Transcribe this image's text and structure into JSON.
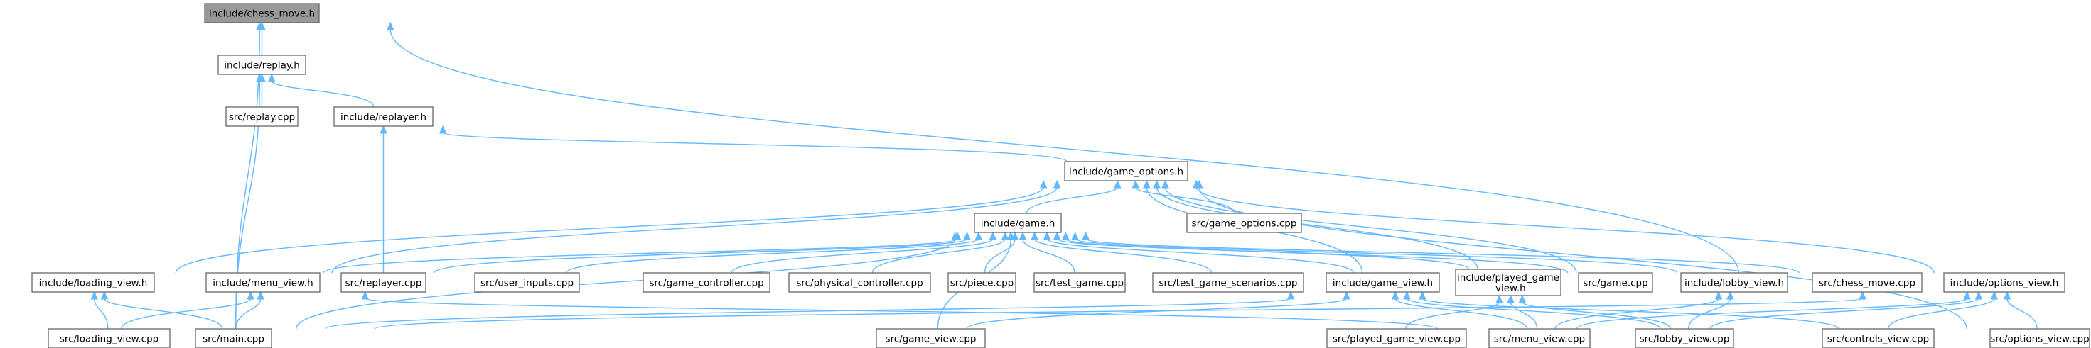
{
  "nodes": [
    {
      "id": "chess_move_h",
      "label": "include/chess_move.h",
      "root": true
    },
    {
      "id": "replay_h",
      "label": "include/replay.h"
    },
    {
      "id": "replay_cpp",
      "label": "src/replay.cpp"
    },
    {
      "id": "replayer_h",
      "label": "include/replayer.h"
    },
    {
      "id": "game_options_h",
      "label": "include/game_options.h"
    },
    {
      "id": "game_options_cpp",
      "label": "src/game_options.cpp"
    },
    {
      "id": "game_h",
      "label": "include/game.h"
    },
    {
      "id": "loading_view_h",
      "label": "include/loading_view.h"
    },
    {
      "id": "menu_view_h",
      "label": "include/menu_view.h"
    },
    {
      "id": "replayer_cpp",
      "label": "src/replayer.cpp"
    },
    {
      "id": "user_inputs_cpp",
      "label": "src/user_inputs.cpp"
    },
    {
      "id": "game_controller_cpp",
      "label": "src/game_controller.cpp"
    },
    {
      "id": "physical_controller_cpp",
      "label": "src/physical_controller.cpp"
    },
    {
      "id": "piece_cpp",
      "label": "src/piece.cpp"
    },
    {
      "id": "test_game_cpp",
      "label": "src/test_game.cpp"
    },
    {
      "id": "test_game_scenarios_cpp",
      "label": "src/test_game_scenarios.cpp"
    },
    {
      "id": "game_view_h",
      "label": "include/game_view.h"
    },
    {
      "id": "played_game_view_h",
      "label": "include/played_game\n_view.h"
    },
    {
      "id": "game_cpp",
      "label": "src/game.cpp"
    },
    {
      "id": "lobby_view_h",
      "label": "include/lobby_view.h"
    },
    {
      "id": "chess_move_cpp",
      "label": "src/chess_move.cpp"
    },
    {
      "id": "options_view_h",
      "label": "include/options_view.h"
    },
    {
      "id": "loading_view_cpp",
      "label": "src/loading_view.cpp"
    },
    {
      "id": "main_cpp",
      "label": "src/main.cpp"
    },
    {
      "id": "game_view_cpp",
      "label": "src/game_view.cpp"
    },
    {
      "id": "played_game_view_cpp",
      "label": "src/played_game_view.cpp"
    },
    {
      "id": "menu_view_cpp",
      "label": "src/menu_view.cpp"
    },
    {
      "id": "lobby_view_cpp",
      "label": "src/lobby_view.cpp"
    },
    {
      "id": "controls_view_cpp",
      "label": "src/controls_view.cpp"
    },
    {
      "id": "options_view_cpp",
      "label": "src/options_view.cpp"
    }
  ],
  "edges": [
    [
      "replay_h",
      "chess_move_h"
    ],
    [
      "main_cpp",
      "chess_move_h"
    ],
    [
      "chess_move_cpp",
      "chess_move_h"
    ],
    [
      "replay_cpp",
      "replay_h"
    ],
    [
      "replayer_h",
      "replay_h"
    ],
    [
      "main_cpp",
      "replay_h"
    ],
    [
      "game_options_h",
      "replayer_h"
    ],
    [
      "replayer_cpp",
      "replayer_h"
    ],
    [
      "game_h",
      "game_options_h"
    ],
    [
      "game_options_cpp",
      "game_options_h"
    ],
    [
      "loading_view_h",
      "game_options_h"
    ],
    [
      "menu_view_h",
      "game_options_h"
    ],
    [
      "game_view_h",
      "game_options_h"
    ],
    [
      "played_game_view_h",
      "game_options_h"
    ],
    [
      "options_view_h",
      "game_options_h"
    ],
    [
      "game_cpp",
      "game_options_h"
    ],
    [
      "options_view_cpp",
      "game_options_h"
    ],
    [
      "menu_view_h",
      "game_h"
    ],
    [
      "replayer_cpp",
      "game_h"
    ],
    [
      "user_inputs_cpp",
      "game_h"
    ],
    [
      "game_controller_cpp",
      "game_h"
    ],
    [
      "physical_controller_cpp",
      "game_h"
    ],
    [
      "piece_cpp",
      "game_h"
    ],
    [
      "test_game_cpp",
      "game_h"
    ],
    [
      "test_game_scenarios_cpp",
      "game_h"
    ],
    [
      "game_view_h",
      "game_h"
    ],
    [
      "played_game_view_h",
      "game_h"
    ],
    [
      "game_cpp",
      "game_h"
    ],
    [
      "lobby_view_h",
      "game_h"
    ],
    [
      "chess_move_cpp",
      "game_h"
    ],
    [
      "main_cpp",
      "game_h"
    ],
    [
      "game_view_cpp",
      "game_h"
    ],
    [
      "loading_view_cpp",
      "loading_view_h"
    ],
    [
      "main_cpp",
      "loading_view_h"
    ],
    [
      "loading_view_cpp",
      "menu_view_h"
    ],
    [
      "main_cpp",
      "menu_view_h"
    ],
    [
      "menu_view_cpp",
      "menu_view_h"
    ],
    [
      "main_cpp",
      "game_view_h"
    ],
    [
      "game_view_cpp",
      "game_view_h"
    ],
    [
      "menu_view_cpp",
      "game_view_h"
    ],
    [
      "lobby_view_cpp",
      "game_view_h"
    ],
    [
      "controls_view_cpp",
      "game_view_h"
    ],
    [
      "played_game_view_cpp",
      "played_game_view_h"
    ],
    [
      "menu_view_cpp",
      "played_game_view_h"
    ],
    [
      "lobby_view_cpp",
      "played_game_view_h"
    ],
    [
      "menu_view_cpp",
      "lobby_view_h"
    ],
    [
      "lobby_view_cpp",
      "lobby_view_h"
    ],
    [
      "main_cpp",
      "options_view_h"
    ],
    [
      "menu_view_cpp",
      "options_view_h"
    ],
    [
      "lobby_view_cpp",
      "options_view_h"
    ],
    [
      "controls_view_cpp",
      "options_view_h"
    ],
    [
      "options_view_cpp",
      "options_view_h"
    ]
  ],
  "colors": {
    "edge": "#63b8ff",
    "node_border": "#666666",
    "node_fill": "#ffffff",
    "root_fill": "#999999"
  }
}
